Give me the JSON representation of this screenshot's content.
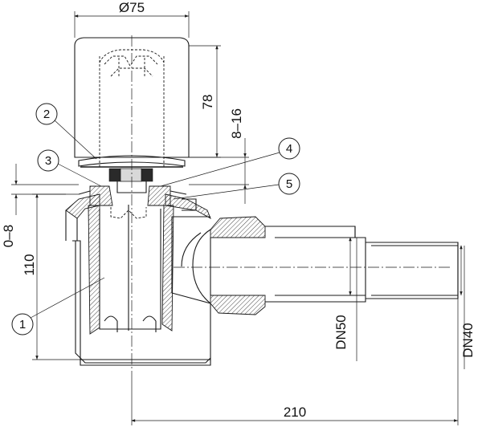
{
  "dimensions": {
    "cap_diameter": "Ø75",
    "cap_height": "78",
    "adjust_range": "8–16",
    "flange_range": "0–8",
    "body_height": "110",
    "outlet_dn50": "DN50",
    "outlet_dn40": "DN40",
    "total_length": "210"
  },
  "callouts": [
    "1",
    "2",
    "3",
    "4",
    "5"
  ]
}
